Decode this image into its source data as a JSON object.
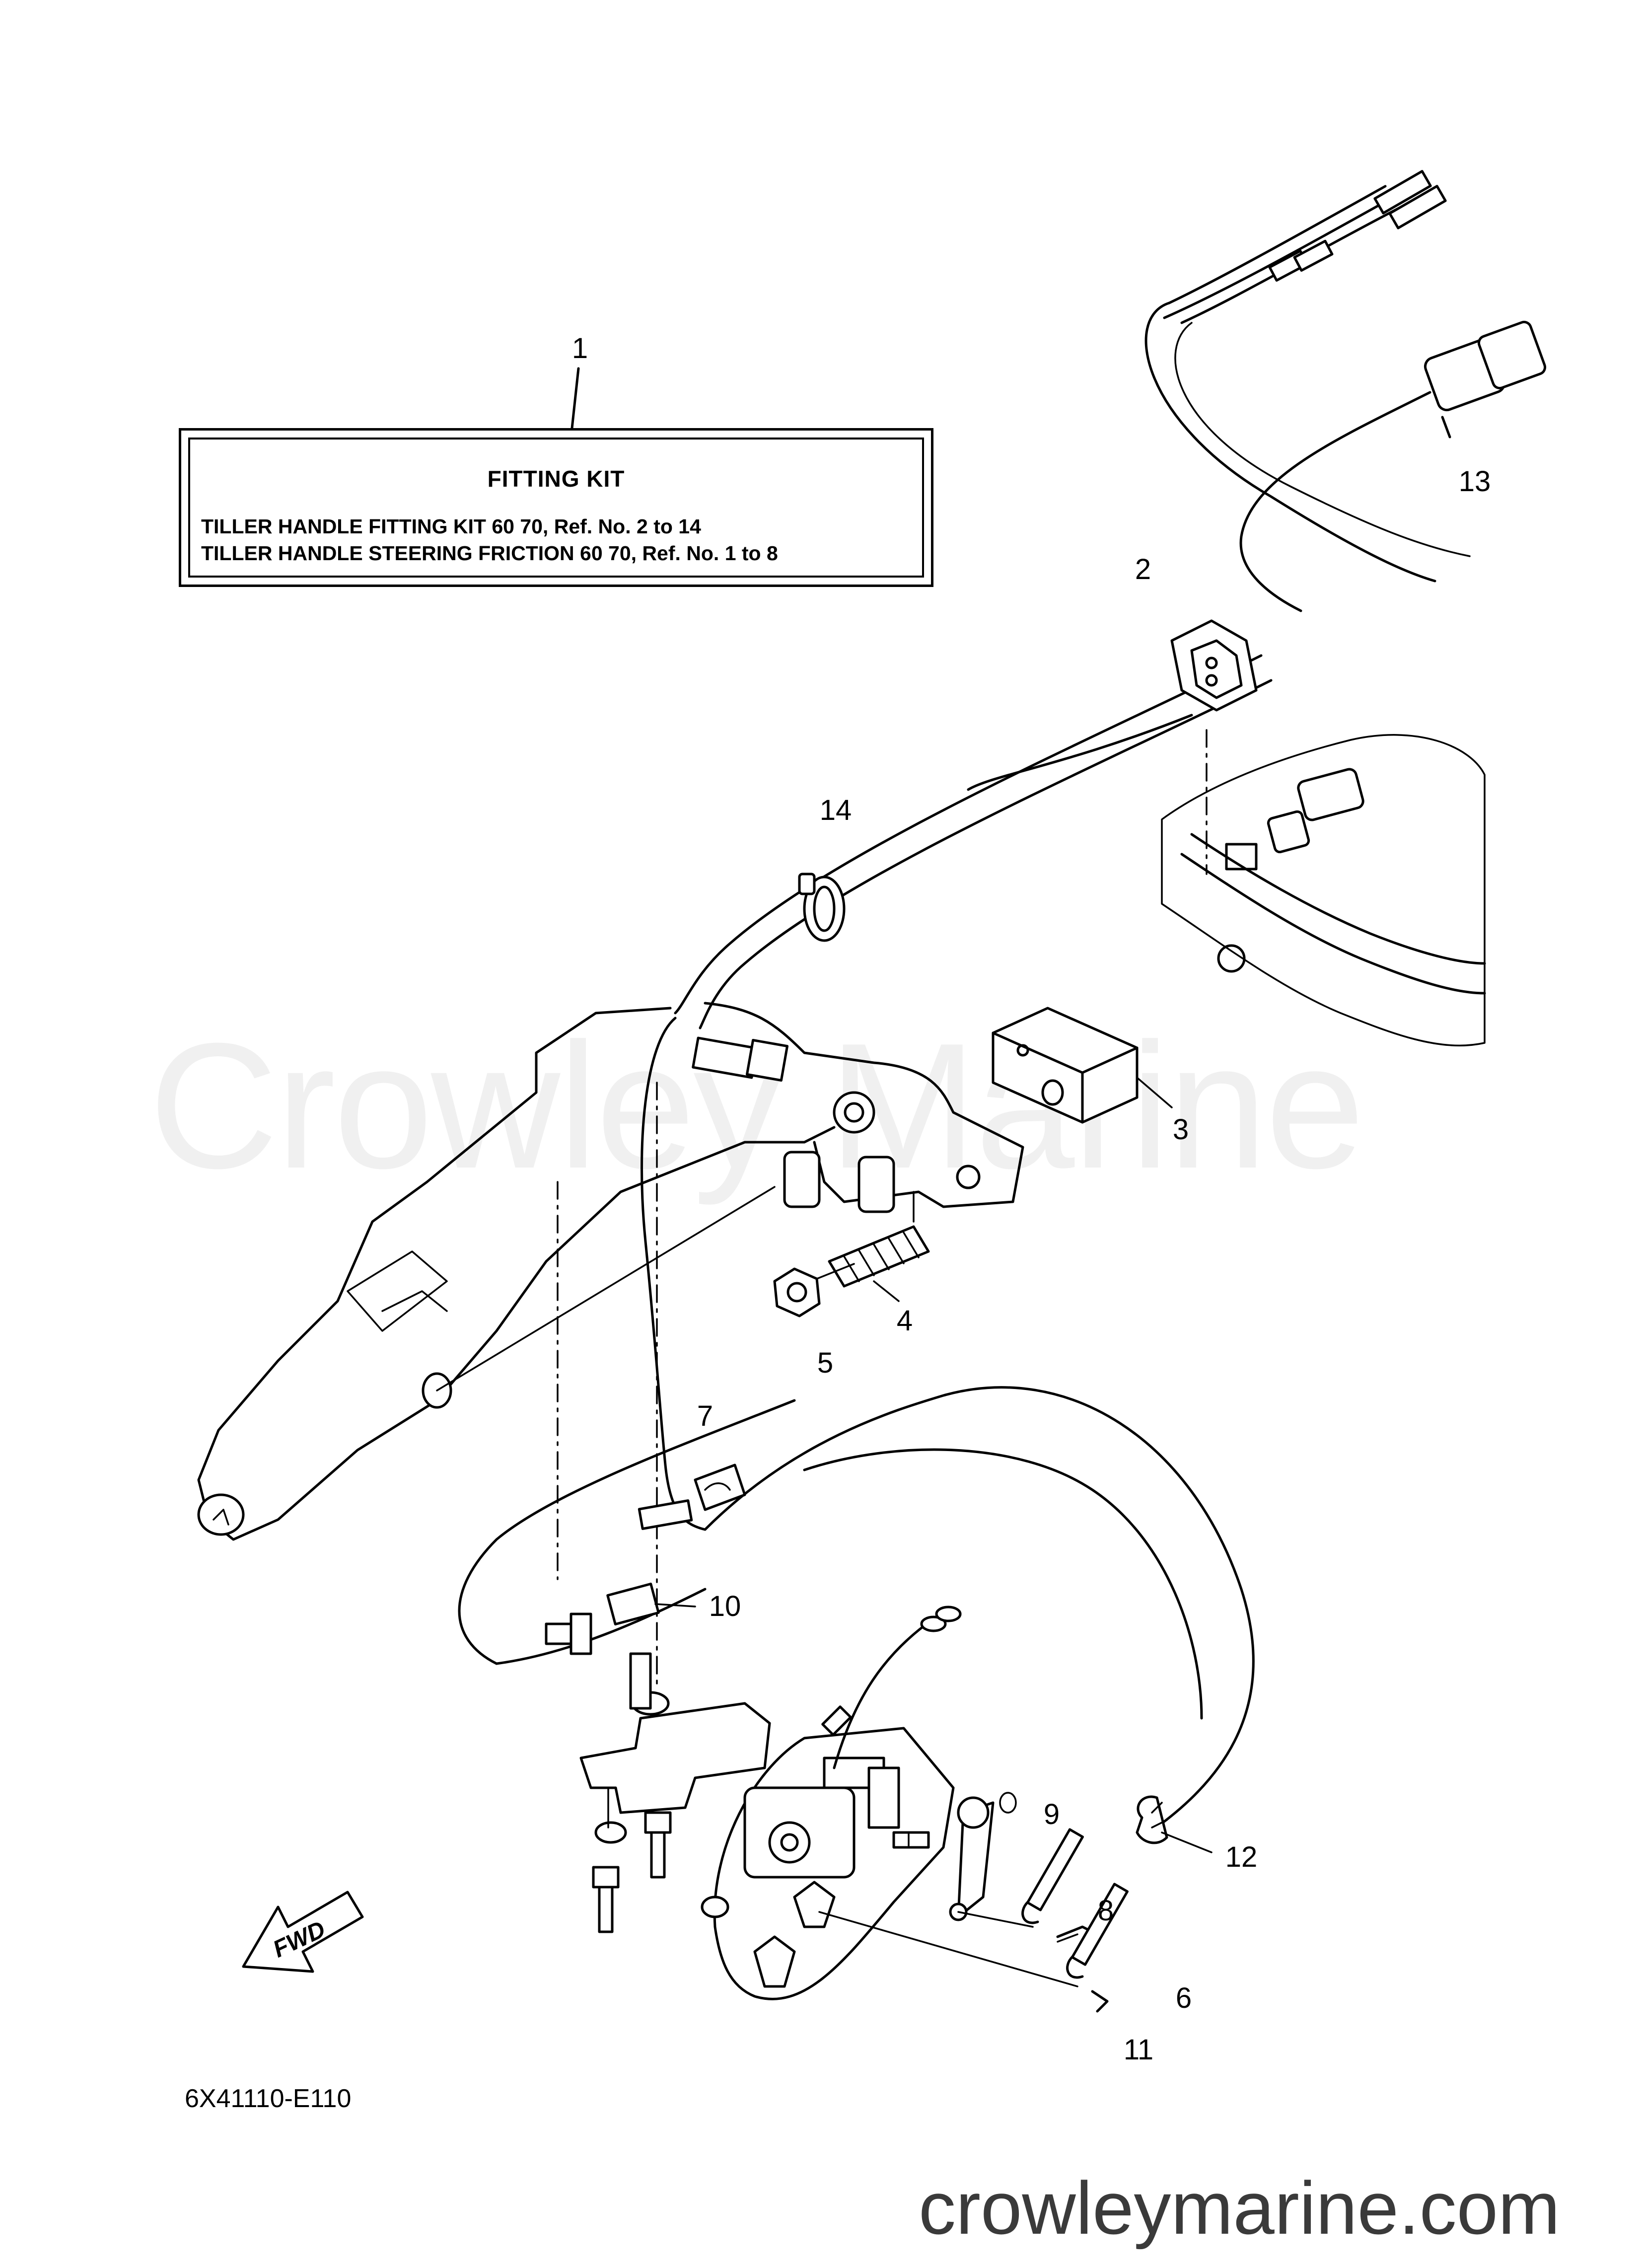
{
  "watermark": "Crowley Marine",
  "site_url": "crowleymarine.com",
  "diagram_code": "6X41110-E110",
  "fwd_arrow_label": "FWD",
  "fitting_kit": {
    "title": "FITTING KIT",
    "line_1": "TILLER HANDLE FITTING KIT 60 70,  Ref. No. 2 to 14",
    "line_2": "TILLER HANDLE STEERING FRICTION 60 70,  Ref. No. 1 to 8"
  },
  "callouts": [
    "1",
    "2",
    "3",
    "4",
    "5",
    "6",
    "7",
    "8",
    "9",
    "10",
    "11",
    "12",
    "13",
    "14"
  ]
}
